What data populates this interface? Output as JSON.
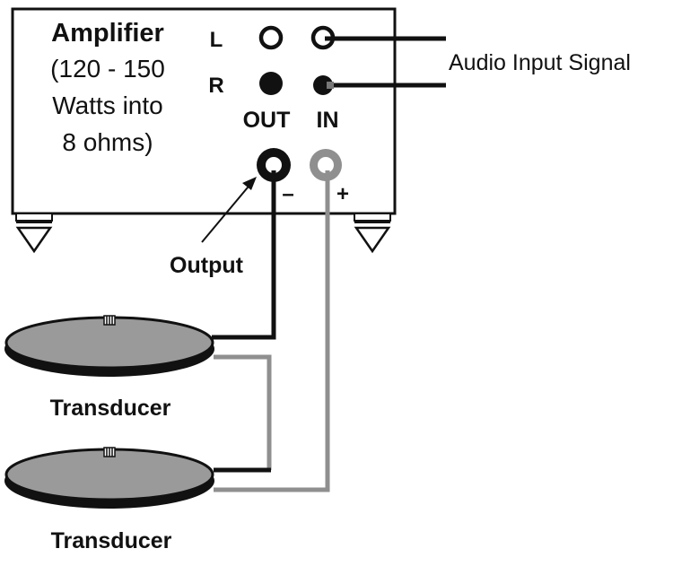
{
  "amplifier": {
    "title": "Amplifier",
    "spec_line1": "(120 - 150",
    "spec_line2": "Watts into",
    "spec_line3": "8 ohms)",
    "left_label": "L",
    "right_label": "R",
    "out_label": "OUT",
    "in_label": "IN",
    "minus_label": "–",
    "plus_label": "+"
  },
  "labels": {
    "audio_input": "Audio Input Signal",
    "output": "Output",
    "transducer_1": "Transducer",
    "transducer_2": "Transducer"
  },
  "colors": {
    "outline": "#111111",
    "black_wire": "#111111",
    "gray_wire": "#8f8f8f",
    "transducer_fill": "#9a9a9a"
  }
}
